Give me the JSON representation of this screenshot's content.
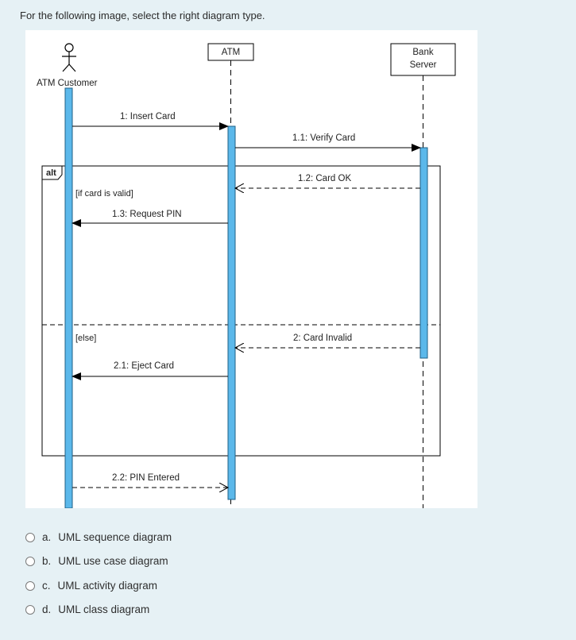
{
  "question": "For the following image, select the right diagram type.",
  "diagram": {
    "actor_label": "ATM Customer",
    "atm_label": "ATM",
    "bank_label_line1": "Bank",
    "bank_label_line2": "Server",
    "alt_label": "alt",
    "guard_valid": "[if card is valid]",
    "guard_else": "[else]",
    "messages": {
      "m1": "1: Insert Card",
      "m11": "1.1: Verify Card",
      "m12": "1.2: Card OK",
      "m13": "1.3: Request PIN",
      "m2": "2: Card Invalid",
      "m21": "2.1: Eject Card",
      "m22": "2.2: PIN Entered"
    }
  },
  "options": [
    {
      "letter": "a.",
      "label": "UML sequence diagram"
    },
    {
      "letter": "b.",
      "label": "UML use case diagram"
    },
    {
      "letter": "c.",
      "label": "UML activity diagram"
    },
    {
      "letter": "d.",
      "label": "UML class diagram"
    }
  ]
}
